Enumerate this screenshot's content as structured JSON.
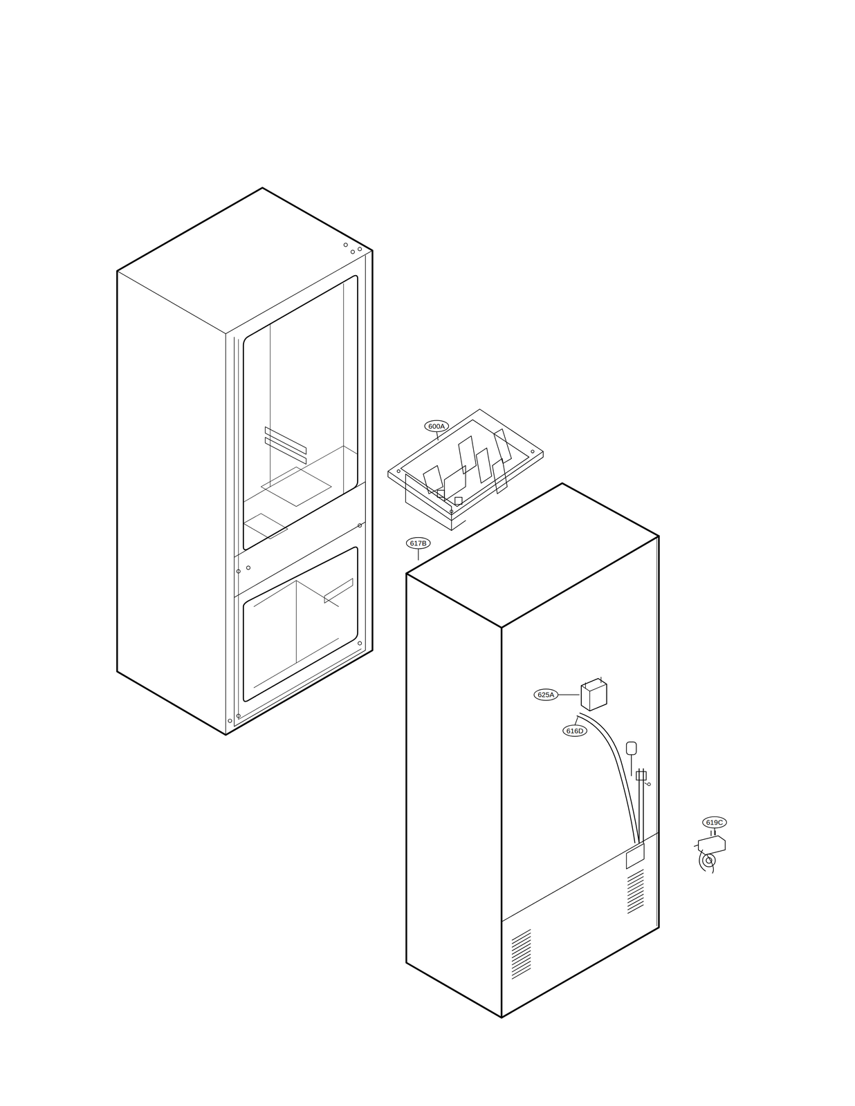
{
  "diagram": {
    "labels": [
      "600A",
      "617B",
      "625A",
      "616D",
      "619C"
    ]
  }
}
